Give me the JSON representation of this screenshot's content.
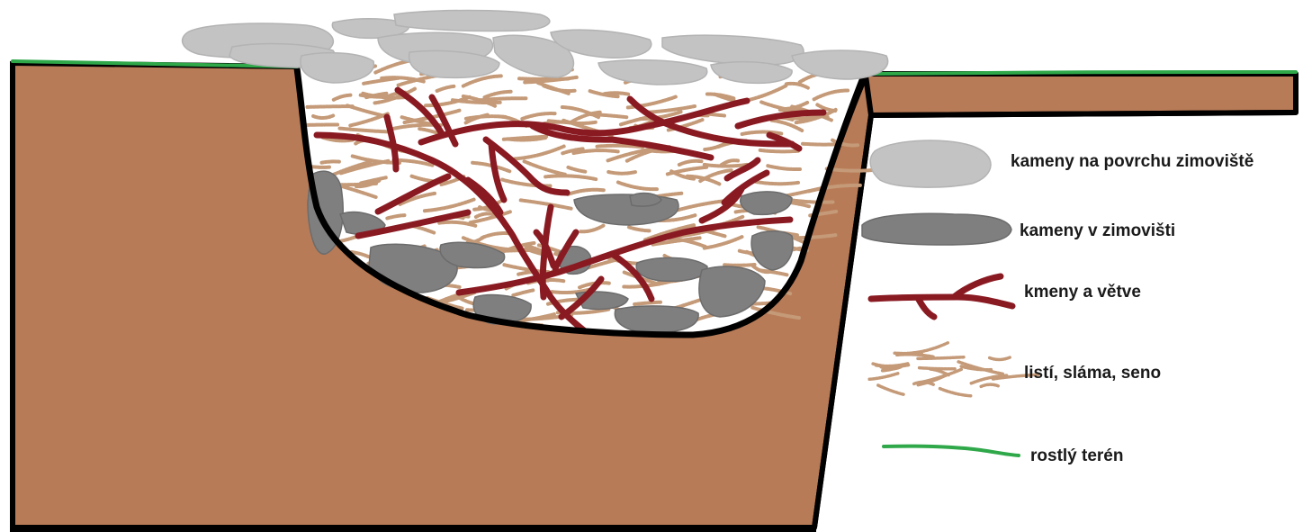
{
  "colors": {
    "soil": "#b87b57",
    "outline": "#000000",
    "grass": "#2fa84a",
    "surface_stone": "#c3c3c3",
    "surface_stone_edge": "#b3b3b3",
    "inner_stone": "#7f7f7f",
    "inner_stone_edge": "#6c6c6c",
    "branch": "#8a1a22",
    "straw": "#c49a78",
    "background": "#ffffff"
  },
  "legend": {
    "surface_stones": {
      "label": "kameny na povrchu zimoviště",
      "icon": "light-gray-stone-icon"
    },
    "inner_stones": {
      "label": "kameny v zimovišti",
      "icon": "dark-gray-stone-icon"
    },
    "branches": {
      "label": "kmeny a větve",
      "icon": "branch-icon"
    },
    "straw": {
      "label": "listí, sláma, seno",
      "icon": "straw-icon"
    },
    "terrain": {
      "label": "rostlý terén",
      "icon": "green-line-icon"
    }
  }
}
